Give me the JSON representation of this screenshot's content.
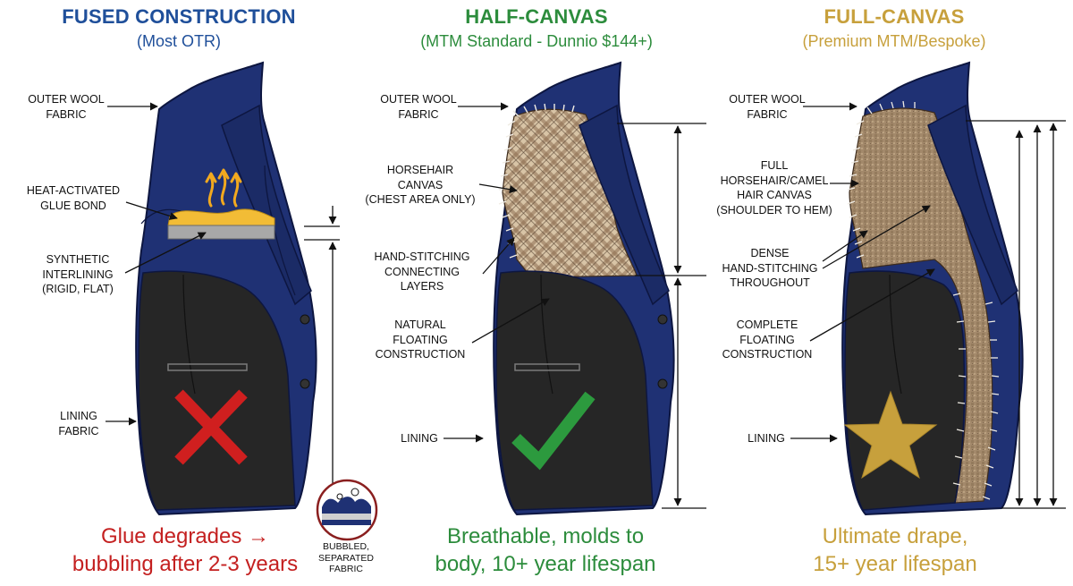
{
  "colors": {
    "jacket_navy": "#1f3174",
    "lining_black": "#262626",
    "fused_blue": "#1f4f9a",
    "half_green": "#2c8c3c",
    "full_gold": "#c7a03c",
    "glue_yellow": "#f2bc36",
    "x_red": "#d01f1f",
    "tweed_tan": "#a3896b"
  },
  "panels": [
    {
      "title": "FUSED CONSTRUCTION",
      "subtitle": "(Most OTR)",
      "callouts": [
        "OUTER WOOL\nFABRIC",
        "HEAT-ACTIVATED\nGLUE BOND",
        "SYNTHETIC\nINTERLINING\n(RIGID, FLAT)",
        "LINING\nFABRIC"
      ],
      "detail_label": "BUBBLED,\nSEPARATED\nFABRIC",
      "verdict_icon": "red-x-icon",
      "caption": "Glue degrades →\nbubbling after 2-3 years"
    },
    {
      "title": "HALF-CANVAS",
      "subtitle": "(MTM Standard - Dunnio $144+)",
      "callouts": [
        "OUTER WOOL\nFABRIC",
        "HORSEHAIR\nCANVAS\n(CHEST AREA ONLY)",
        "HAND-STITCHING\nCONNECTING\nLAYERS",
        "NATURAL\nFLOATING\nCONSTRUCTION",
        "LINING"
      ],
      "verdict_icon": "green-check-icon",
      "caption": "Breathable, molds to\nbody, 10+ year lifespan"
    },
    {
      "title": "FULL-CANVAS",
      "subtitle": "(Premium MTM/Bespoke)",
      "callouts": [
        "OUTER WOOL\nFABRIC",
        "FULL\nHORSEHAIR/CAMEL\nHAIR CANVAS\n(SHOULDER TO HEM)",
        "DENSE\nHAND-STITCHING\nTHROUGHOUT",
        "COMPLETE\nFLOATING\nCONSTRUCTION",
        "LINING"
      ],
      "verdict_icon": "gold-star-icon",
      "caption": "Ultimate drape,\n15+ year lifespan"
    }
  ]
}
